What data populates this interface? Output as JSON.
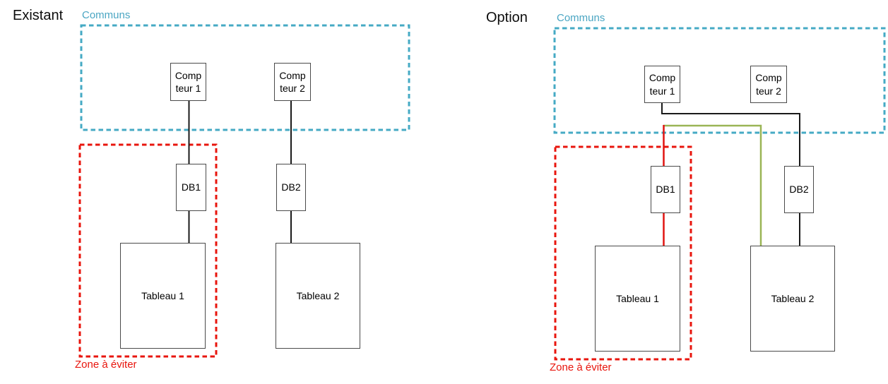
{
  "colors": {
    "communs_stroke": "#45AAC4",
    "communs_text": "#4BA6C3",
    "zone_stroke": "#E8150D",
    "zone_text": "#E8150D",
    "wire_black": "#1a1a1a",
    "wire_red": "#E11310",
    "wire_green": "#9AB555"
  },
  "existant": {
    "title": "Existant",
    "communs_label": "Communs",
    "zone_label": "Zone à éviter",
    "compteur1_line1": "Comp",
    "compteur1_line2": "teur 1",
    "compteur2_line1": "Comp",
    "compteur2_line2": "teur 2",
    "db1": "DB1",
    "db2": "DB2",
    "tableau1": "Tableau 1",
    "tableau2": "Tableau 2"
  },
  "option": {
    "title": "Option",
    "communs_label": "Communs",
    "zone_label": "Zone à éviter",
    "compteur1_line1": "Comp",
    "compteur1_line2": "teur 1",
    "compteur2_line1": "Comp",
    "compteur2_line2": "teur 2",
    "db1": "DB1",
    "db2": "DB2",
    "tableau1": "Tableau 1",
    "tableau2": "Tableau 2"
  }
}
